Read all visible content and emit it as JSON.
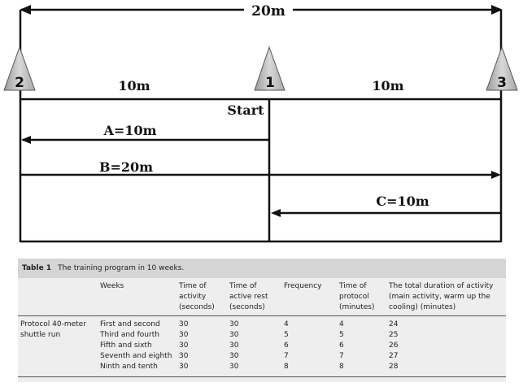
{
  "diagram": {
    "total_distance": "20m",
    "left_distance": "10m",
    "right_distance": "10m",
    "start_label": "Start",
    "route_a": "A=10m",
    "route_b": "B=20m",
    "route_c": "C=10m",
    "cones": [
      {
        "id": "cone-2",
        "label": "2"
      },
      {
        "id": "cone-1",
        "label": "1"
      },
      {
        "id": "cone-3",
        "label": "3"
      }
    ]
  },
  "table": {
    "number": "Table 1",
    "title": "The training program in 10 weeks.",
    "headers": {
      "weeks": "Weeks",
      "activity": "Time of\nactivity\n(seconds)",
      "rest": "Time of\nactive rest\n(seconds)",
      "frequency": "Frequency",
      "protocol": "Time of\nprotocol\n(minutes)",
      "total": "The total duration of activity\n(main activity, warm up the\ncooling) (minutes)"
    },
    "group_label": "Protocol 40-meter\nshuttle run",
    "rows": [
      {
        "weeks": "First and second",
        "activity": "30",
        "rest": "30",
        "frequency": "4",
        "protocol": "4",
        "total": "24"
      },
      {
        "weeks": "Third and fourth",
        "activity": "30",
        "rest": "30",
        "frequency": "5",
        "protocol": "5",
        "total": "25"
      },
      {
        "weeks": "Fifth and sixth",
        "activity": "30",
        "rest": "30",
        "frequency": "6",
        "protocol": "6",
        "total": "26"
      },
      {
        "weeks": "Seventh and eighth",
        "activity": "30",
        "rest": "30",
        "frequency": "7",
        "protocol": "7",
        "total": "27"
      },
      {
        "weeks": "Ninth and tenth",
        "activity": "30",
        "rest": "30",
        "frequency": "8",
        "protocol": "8",
        "total": "28"
      }
    ]
  }
}
